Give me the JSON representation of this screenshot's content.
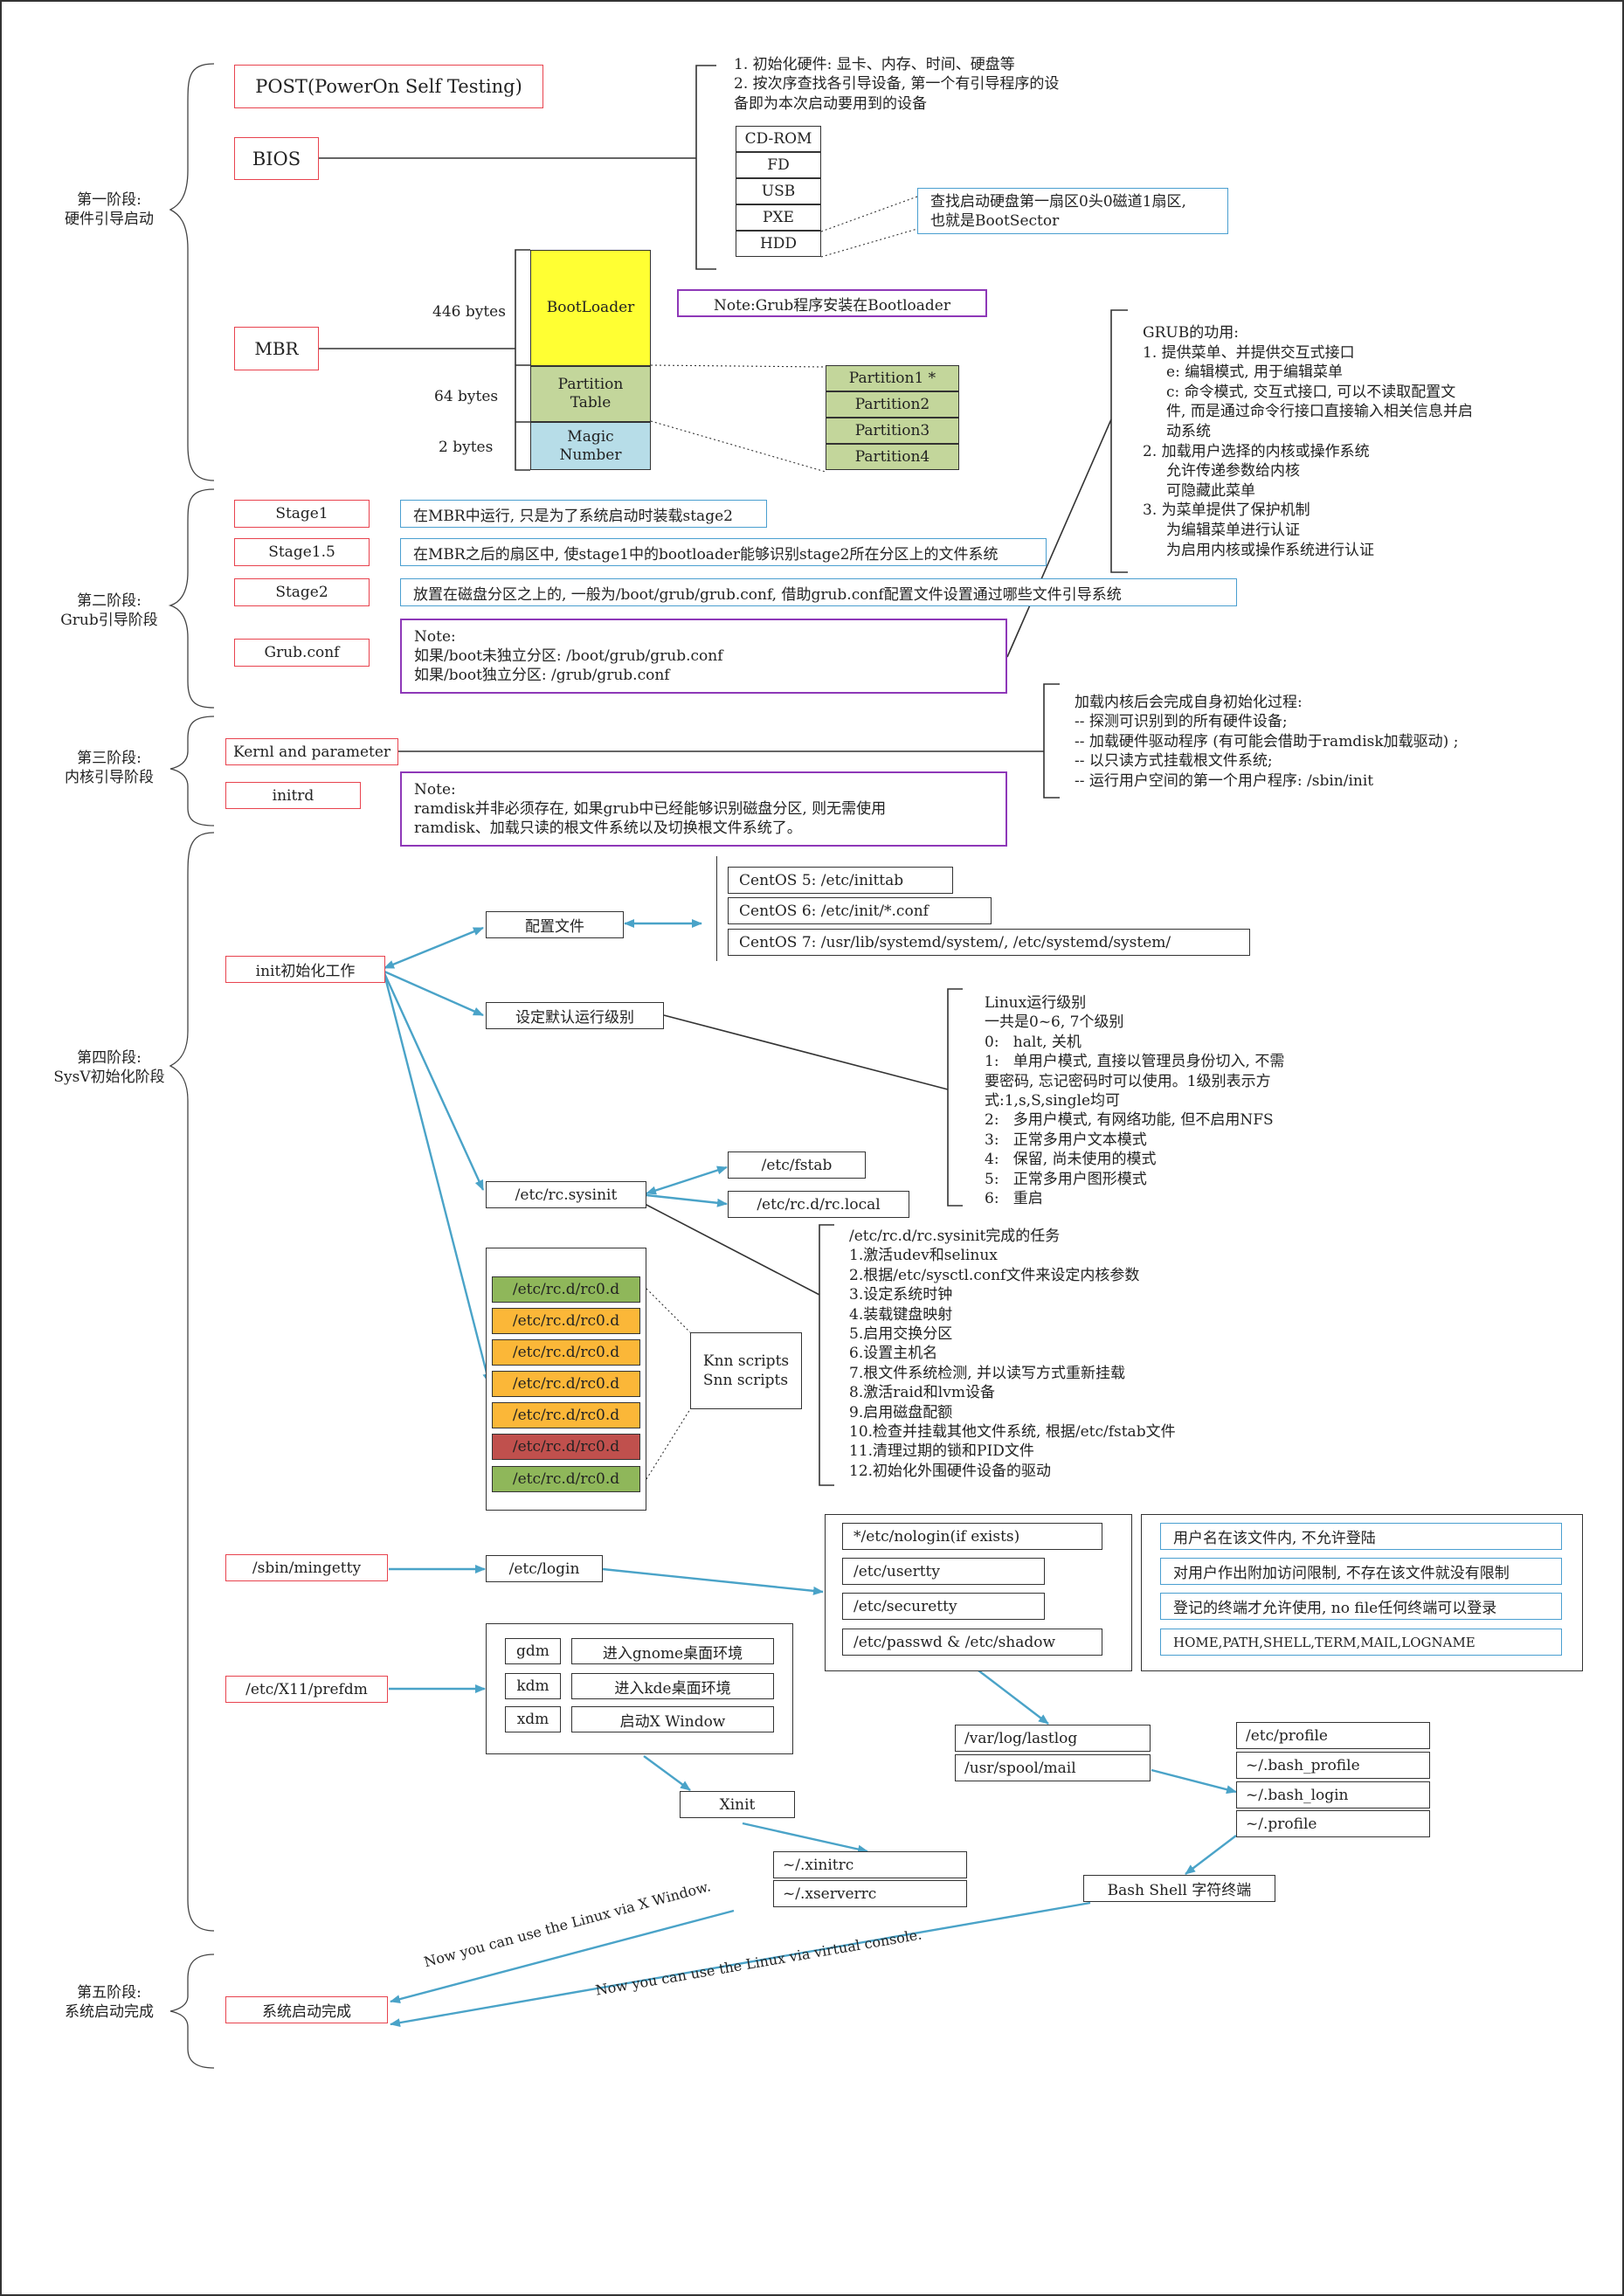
{
  "colors": {
    "arrow": "#4aa3c8",
    "red_border": "#e8434e",
    "blue_border": "#4a9fd0",
    "purple_border": "#8e38b8",
    "bootloader": "#ffff33",
    "partition_table": "#c3d69b",
    "magic": "#b7dde8",
    "partition": "#c3d69b",
    "rc_green": "#8fb75a",
    "rc_orange": "#fbb738",
    "rc_red": "#c0504d"
  },
  "stages": {
    "s1": "第一阶段:\n硬件引导启动",
    "s2": "第二阶段:\nGrub引导阶段",
    "s3": "第三阶段:\n内核引导阶段",
    "s4": "第四阶段:\nSysV初始化阶段",
    "s5": "第五阶段:\n系统启动完成"
  },
  "stage1": {
    "post": "POST(PowerOn Self Testing)",
    "bios": "BIOS",
    "bios_notes": "1. 初始化硬件: 显卡、内存、时间、硬盘等\n2. 按次序查找各引导设备, 第一个有引导程序的设\n备即为本次启动要用到的设备",
    "devices": [
      "CD-ROM",
      "FD",
      "USB",
      "PXE",
      "HDD"
    ],
    "hdd_note": "查找启动硬盘第一扇区0头0磁道1扇区,\n也就是BootSector",
    "mbr": "MBR",
    "sizes": [
      "446 bytes",
      "64 bytes",
      "2 bytes"
    ],
    "bootloader": "BootLoader",
    "partition_table": "Partition\nTable",
    "magic": "Magic\nNumber",
    "grub_note": "Note:Grub程序安装在Bootloader",
    "partitions": [
      "Partition1 *",
      "Partition2",
      "Partition3",
      "Partition4"
    ]
  },
  "grub_func": "GRUB的功用:\n1. 提供菜单、并提供交互式接口\n     e: 编辑模式, 用于编辑菜单\n     c: 命令模式, 交互式接口, 可以不读取配置文\n     件, 而是通过命令行接口直接输入相关信息并启\n     动系统\n2. 加载用户选择的内核或操作系统\n     允许传递参数给内核\n     可隐藏此菜单\n3. 为菜单提供了保护机制\n     为编辑菜单进行认证\n     为启用内核或操作系统进行认证",
  "stage2": {
    "items": [
      {
        "label": "Stage1",
        "desc": "在MBR中运行, 只是为了系统启动时装载stage2"
      },
      {
        "label": "Stage1.5",
        "desc": "在MBR之后的扇区中, 使stage1中的bootloader能够识别stage2所在分区上的文件系统"
      },
      {
        "label": "Stage2",
        "desc": "放置在磁盘分区之上的, 一般为/boot/grub/grub.conf, 借助grub.conf配置文件设置通过哪些文件引导系统"
      }
    ],
    "grubconf": "Grub.conf",
    "grubconf_note": "Note:\n如果/boot未独立分区: /boot/grub/grub.conf\n如果/boot独立分区: /grub/grub.conf"
  },
  "stage3": {
    "kernel": "Kernl and parameter",
    "initrd": "initrd",
    "kernel_tasks": "加载内核后会完成自身初始化过程:\n-- 探测可识别到的所有硬件设备;\n-- 加载硬件驱动程序 (有可能会借助于ramdisk加载驱动) ;\n-- 以只读方式挂载根文件系统;\n-- 运行用户空间的第一个用户程序: /sbin/init",
    "initrd_note": "Note:\nramdisk并非必须存在, 如果grub中已经能够识别磁盘分区, 则无需使用\nramdisk、加载只读的根文件系统以及切换根文件系统了。"
  },
  "stage4": {
    "init": "init初始化工作",
    "config": "配置文件",
    "config_files": [
      "CentOS 5: /etc/inittab",
      "CentOS 6: /etc/init/*.conf",
      "CentOS 7: /usr/lib/systemd/system/, /etc/systemd/system/"
    ],
    "default_level": "设定默认运行级别",
    "runlevels": "Linux运行级别\n一共是0~6, 7个级别\n0:   halt, 关机\n1:   单用户模式, 直接以管理员身份切入, 不需\n要密码, 忘记密码时可以使用。1级别表示方\n式:1,s,S,single均可\n2:   多用户模式, 有网络功能, 但不启用NFS\n3:   正常多用户文本模式\n4:   保留, 尚未使用的模式\n5:   正常多用户图形模式\n6:   重启",
    "rcsysinit": "/etc/rc.sysinit",
    "fstab": "/etc/fstab",
    "rclocal": "/etc/rc.d/rc.local",
    "sysinit_tasks": "/etc/rc.d/rc.sysinit完成的任务\n1.激活udev和selinux\n2.根据/etc/sysctl.conf文件来设定内核参数\n3.设定系统时钟\n4.装载键盘映射\n5.启用交换分区\n6.设置主机名\n7.根文件系统检测, 并以读写方式重新挂载\n8.激活raid和lvm设备\n9.启用磁盘配额\n10.检查并挂载其他文件系统, 根据/etc/fstab文件\n11.清理过期的锁和PID文件\n12.初始化外围硬件设备的驱动",
    "rc_dirs": [
      "/etc/rc.d/rc0.d",
      "/etc/rc.d/rc0.d",
      "/etc/rc.d/rc0.d",
      "/etc/rc.d/rc0.d",
      "/etc/rc.d/rc0.d",
      "/etc/rc.d/rc0.d",
      "/etc/rc.d/rc0.d"
    ],
    "knn": "Knn scripts\nSnn scripts",
    "mingetty": "/sbin/mingetty",
    "login": "/etc/login",
    "login_files": [
      "*/etc/nologin(if exists)",
      "/etc/usertty",
      "/etc/securetty",
      "/etc/passwd & /etc/shadow"
    ],
    "login_notes": [
      "用户名在该文件内, 不允许登陆",
      "对用户作出附加访问限制, 不存在该文件就没有限制",
      "登记的终端才允许使用, no file任何终端可以登录",
      "HOME,PATH,SHELL,TERM,MAIL,LOGNAME"
    ],
    "prefdm": "/etc/X11/prefdm",
    "dm": [
      {
        "name": "gdm",
        "desc": "进入gnome桌面环境"
      },
      {
        "name": "kdm",
        "desc": "进入kde桌面环境"
      },
      {
        "name": "xdm",
        "desc": "启动X Window"
      }
    ],
    "xinit": "Xinit",
    "xinit_files": [
      "~/.xinitrc",
      "~/.xserverrc"
    ],
    "logs": [
      "/var/log/lastlog",
      "/usr/spool/mail"
    ],
    "profiles": [
      "/etc/profile",
      "~/.bash_profile",
      "~/.bash_login",
      "~/.profile"
    ],
    "bash": "Bash Shell 字符终端",
    "via_x": "Now you can use the Linux via X Window.",
    "via_console": "Now you can use the Linux via virtual console."
  },
  "stage5": {
    "done": "系统启动完成"
  }
}
